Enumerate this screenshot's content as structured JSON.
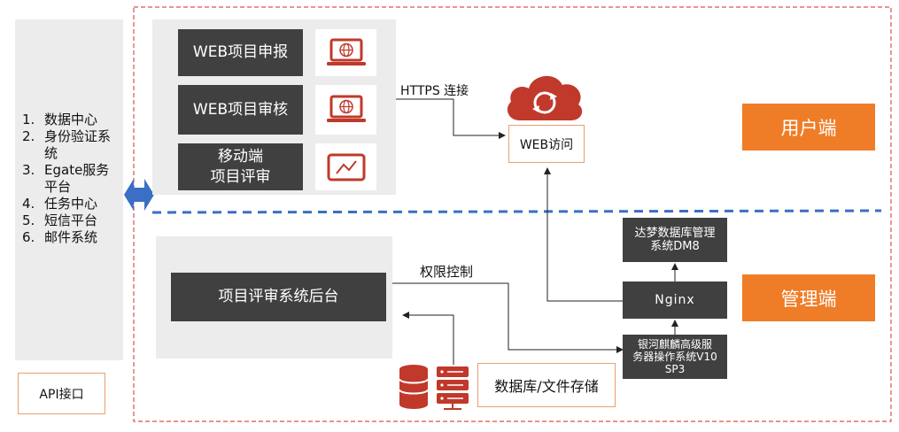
{
  "services": {
    "items": [
      {
        "num": "1.",
        "label": "数据中心"
      },
      {
        "num": "2.",
        "label": "身份验证系统"
      },
      {
        "num": "3.",
        "label": "Egate服务平台"
      },
      {
        "num": "4.",
        "label": "任务中心"
      },
      {
        "num": "5.",
        "label": "短信平台"
      },
      {
        "num": "6.",
        "label": "邮件系统"
      }
    ]
  },
  "api_label": "API接口",
  "user_side": {
    "btn_web_apply": "WEB项目申报",
    "btn_web_review": "WEB项目审核",
    "btn_mobile_review": "移动端\n项目评审",
    "https_label": "HTTPS 连接",
    "web_access": "WEB访问",
    "tag": "用户端"
  },
  "admin_side": {
    "backend": "项目评审系统后台",
    "permission_label": "权限控制",
    "dm8": "达梦数据库管理\n系统DM8",
    "nginx": "Nginx",
    "os": "银河麒麟高级服\n务器操作系统V10\nSP3",
    "storage": "数据库/文件存储",
    "tag": "管理端"
  },
  "colors": {
    "accent": "#ef7d27",
    "dark_box": "#404040",
    "panel": "#ececec",
    "device_red": "#c0392b",
    "divider_blue": "#3a6fc4",
    "frame_red": "#d9534f"
  }
}
